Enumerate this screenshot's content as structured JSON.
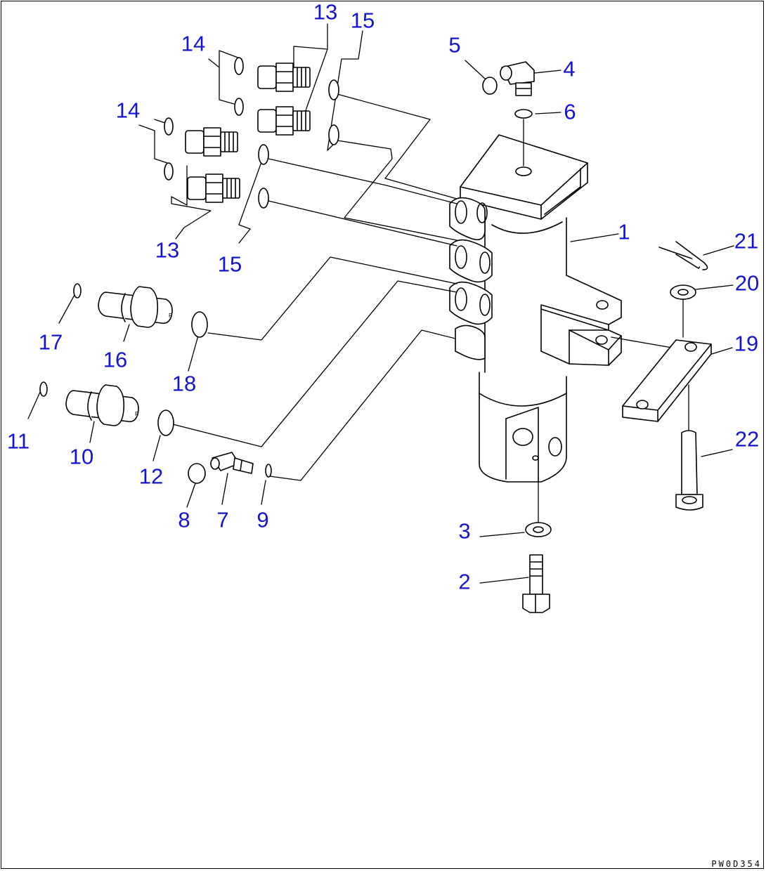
{
  "diagram": {
    "drawing_code": "PW0D354",
    "line_color": "#000000",
    "label_color": "#1414d2",
    "callouts": [
      {
        "id": "c1",
        "text": "1"
      },
      {
        "id": "c2",
        "text": "2"
      },
      {
        "id": "c3",
        "text": "3"
      },
      {
        "id": "c4",
        "text": "4"
      },
      {
        "id": "c5",
        "text": "5"
      },
      {
        "id": "c6",
        "text": "6"
      },
      {
        "id": "c7",
        "text": "7"
      },
      {
        "id": "c8",
        "text": "8"
      },
      {
        "id": "c9",
        "text": "9"
      },
      {
        "id": "c10",
        "text": "10"
      },
      {
        "id": "c11",
        "text": "11"
      },
      {
        "id": "c12",
        "text": "12"
      },
      {
        "id": "c13a",
        "text": "13"
      },
      {
        "id": "c13b",
        "text": "13"
      },
      {
        "id": "c14a",
        "text": "14"
      },
      {
        "id": "c14b",
        "text": "14"
      },
      {
        "id": "c15a",
        "text": "15"
      },
      {
        "id": "c15b",
        "text": "15"
      },
      {
        "id": "c16",
        "text": "16"
      },
      {
        "id": "c17",
        "text": "17"
      },
      {
        "id": "c18",
        "text": "18"
      },
      {
        "id": "c19",
        "text": "19"
      },
      {
        "id": "c20",
        "text": "20"
      },
      {
        "id": "c21",
        "text": "21"
      },
      {
        "id": "c22",
        "text": "22"
      }
    ]
  }
}
